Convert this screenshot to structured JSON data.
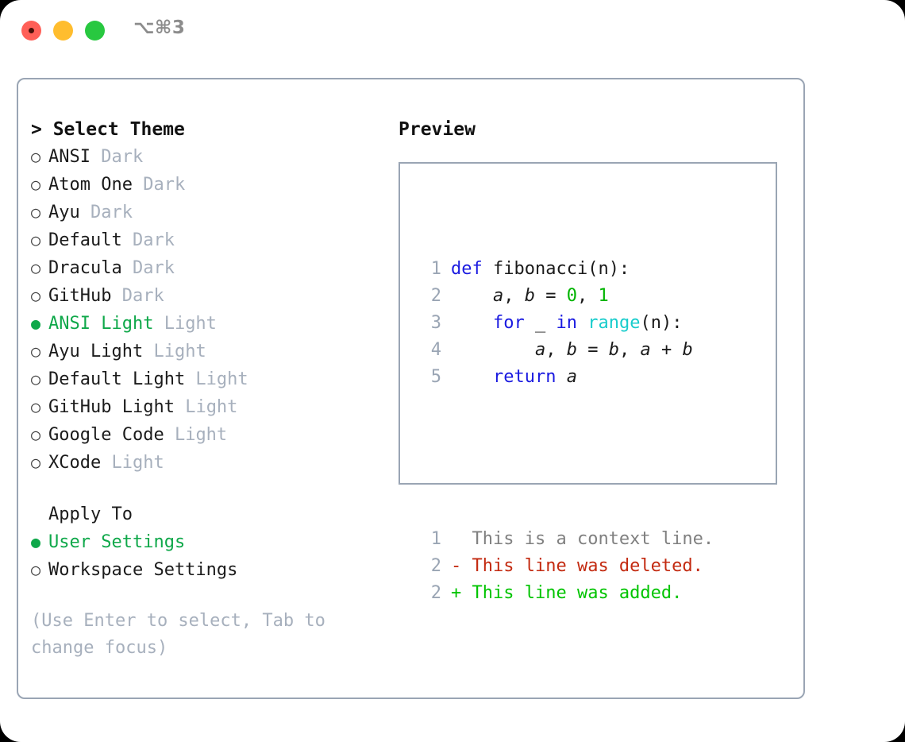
{
  "window": {
    "title": "⌥⌘3",
    "traffic_lights": [
      {
        "name": "close",
        "color": "#ff5f57"
      },
      {
        "name": "minimize",
        "color": "#ffbd2e"
      },
      {
        "name": "maximize",
        "color": "#28c840"
      }
    ]
  },
  "colors": {
    "border": "#9aa5b4",
    "selected_green": "#0fa84a",
    "muted": "#a7b0bd",
    "keyword_blue": "#1a1ae0",
    "function_cyan": "#18cccc",
    "number_green": "#00b400",
    "diff_delete_red": "#c32a10",
    "diff_add_green": "#00c400",
    "diff_context_gray": "#808080",
    "line_number_gray": "#9aa5b4"
  },
  "theme_picker": {
    "heading": "> Select Theme",
    "options": [
      {
        "bullet": "○",
        "label": "ANSI",
        "suffix": " Dark",
        "selected": false
      },
      {
        "bullet": "○",
        "label": "Atom One",
        "suffix": " Dark",
        "selected": false
      },
      {
        "bullet": "○",
        "label": "Ayu",
        "suffix": " Dark",
        "selected": false
      },
      {
        "bullet": "○",
        "label": "Default",
        "suffix": " Dark",
        "selected": false
      },
      {
        "bullet": "○",
        "label": "Dracula",
        "suffix": " Dark",
        "selected": false
      },
      {
        "bullet": "○",
        "label": "GitHub",
        "suffix": " Dark",
        "selected": false
      },
      {
        "bullet": "●",
        "label": "ANSI Light",
        "suffix": " Light",
        "selected": true
      },
      {
        "bullet": "○",
        "label": "Ayu Light",
        "suffix": " Light",
        "selected": false
      },
      {
        "bullet": "○",
        "label": "Default Light",
        "suffix": " Light",
        "selected": false
      },
      {
        "bullet": "○",
        "label": "GitHub Light",
        "suffix": " Light",
        "selected": false
      },
      {
        "bullet": "○",
        "label": "Google Code",
        "suffix": " Light",
        "selected": false
      },
      {
        "bullet": "○",
        "label": "XCode",
        "suffix": " Light",
        "selected": false
      }
    ]
  },
  "apply_to": {
    "heading": "Apply To",
    "options": [
      {
        "bullet": "●",
        "label": "User Settings",
        "selected": true
      },
      {
        "bullet": "○",
        "label": "Workspace Settings",
        "selected": false
      }
    ]
  },
  "hint": "(Use Enter to select, Tab to change focus)",
  "preview": {
    "heading": "Preview",
    "code_lines": [
      {
        "num": "1",
        "tokens": [
          {
            "t": "def",
            "c": "kw"
          },
          {
            "t": " fibonacci(n):",
            "c": "txt"
          }
        ]
      },
      {
        "num": "2",
        "tokens": [
          {
            "t": "    ",
            "c": "txt"
          },
          {
            "t": "a",
            "c": "var"
          },
          {
            "t": ", ",
            "c": "txt"
          },
          {
            "t": "b",
            "c": "var"
          },
          {
            "t": " = ",
            "c": "txt"
          },
          {
            "t": "0",
            "c": "num"
          },
          {
            "t": ", ",
            "c": "txt"
          },
          {
            "t": "1",
            "c": "num"
          }
        ]
      },
      {
        "num": "3",
        "tokens": [
          {
            "t": "    ",
            "c": "txt"
          },
          {
            "t": "for",
            "c": "kw"
          },
          {
            "t": " _ ",
            "c": "txt"
          },
          {
            "t": "in",
            "c": "kw"
          },
          {
            "t": " ",
            "c": "txt"
          },
          {
            "t": "range",
            "c": "fn"
          },
          {
            "t": "(n):",
            "c": "txt"
          }
        ]
      },
      {
        "num": "4",
        "tokens": [
          {
            "t": "        ",
            "c": "txt"
          },
          {
            "t": "a",
            "c": "var"
          },
          {
            "t": ", ",
            "c": "txt"
          },
          {
            "t": "b",
            "c": "var"
          },
          {
            "t": " = ",
            "c": "txt"
          },
          {
            "t": "b",
            "c": "var"
          },
          {
            "t": ", ",
            "c": "txt"
          },
          {
            "t": "a",
            "c": "var"
          },
          {
            "t": " + ",
            "c": "txt"
          },
          {
            "t": "b",
            "c": "var"
          }
        ]
      },
      {
        "num": "5",
        "tokens": [
          {
            "t": "    ",
            "c": "txt"
          },
          {
            "t": "return",
            "c": "kw"
          },
          {
            "t": " ",
            "c": "txt"
          },
          {
            "t": "a",
            "c": "var"
          }
        ]
      }
    ],
    "diff_lines": [
      {
        "num": "1",
        "marker": "  ",
        "text": "This is a context line.",
        "kind": "ctx"
      },
      {
        "num": "2",
        "marker": "- ",
        "text": "This line was deleted.",
        "kind": "del"
      },
      {
        "num": "2",
        "marker": "+ ",
        "text": "This line was added.",
        "kind": "add"
      }
    ]
  }
}
